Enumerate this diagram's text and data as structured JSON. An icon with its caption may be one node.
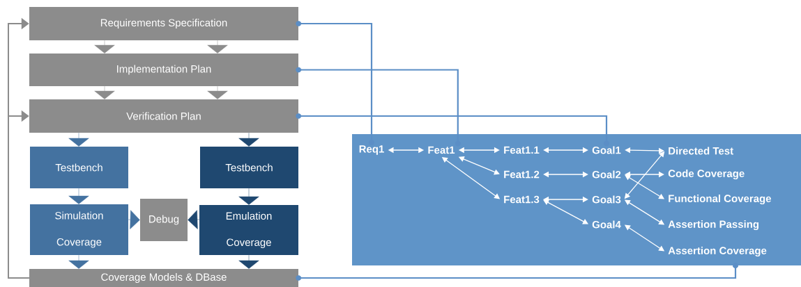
{
  "diagram": {
    "nodes": [
      {
        "text": [
          "Requirements Specification"
        ]
      },
      {
        "text": [
          "Implementation Plan"
        ]
      },
      {
        "text": [
          "Verification Plan"
        ]
      },
      {
        "text": [
          "Testbench"
        ]
      },
      {
        "text": [
          "Testbench"
        ]
      },
      {
        "text": [
          "Simulation",
          "Coverage"
        ]
      },
      {
        "text": [
          "Debug"
        ]
      },
      {
        "text": [
          "Emulation",
          "Coverage"
        ]
      },
      {
        "text": [
          "Coverage Models & DBase"
        ]
      },
      {
        "text": [],
        "shape": "box"
      },
      {
        "text": [
          "Req1"
        ],
        "in": 9
      },
      {
        "text": [
          "Feat1"
        ],
        "in": 9
      },
      {
        "text": [
          "Feat1.1"
        ],
        "in": 9
      },
      {
        "text": [
          "Feat1.2"
        ],
        "in": 9
      },
      {
        "text": [
          "Feat1.3"
        ],
        "in": 9
      },
      {
        "text": [
          "Goal1"
        ],
        "in": 9
      },
      {
        "text": [
          "Goal2"
        ],
        "in": 9
      },
      {
        "text": [
          "Goal3"
        ],
        "in": 9
      },
      {
        "text": [
          "Goal4"
        ],
        "in": 9
      },
      {
        "text": [
          "Directed Test"
        ],
        "in": 9
      },
      {
        "text": [
          "Code Coverage"
        ],
        "in": 9
      },
      {
        "text": [
          "Functional Coverage"
        ],
        "in": 9
      },
      {
        "text": [
          "Assertion Passing"
        ],
        "in": 9
      },
      {
        "text": [
          "Assertion Coverage"
        ],
        "in": 9
      }
    ],
    "edges": [
      {
        "from": 0,
        "to": 1,
        "arrow": "to",
        "color": "#8c8c8c"
      },
      {
        "from": 0,
        "to": 1,
        "arrow": "to",
        "color": "#8c8c8c"
      },
      {
        "from": 1,
        "to": 2,
        "arrow": "to",
        "color": "#8c8c8c"
      },
      {
        "from": 1,
        "to": 2,
        "arrow": "to",
        "color": "#8c8c8c"
      },
      {
        "from": 2,
        "to": 3,
        "arrow": "to",
        "color": "#4472a0"
      },
      {
        "from": 2,
        "to": 4,
        "arrow": "to",
        "color": "#1f4870"
      },
      {
        "from": 3,
        "to": 5,
        "arrow": "to",
        "color": "#4472a0"
      },
      {
        "from": 4,
        "to": 7,
        "arrow": "to",
        "color": "#1f4870"
      },
      {
        "from": 5,
        "to": 6,
        "arrow": "to",
        "color": "#4472a0"
      },
      {
        "from": 7,
        "to": 6,
        "arrow": "to",
        "color": "#1f4870"
      },
      {
        "from": 5,
        "to": 8,
        "arrow": "to",
        "color": "#4472a0"
      },
      {
        "from": 7,
        "to": 8,
        "arrow": "to",
        "color": "#1f4870"
      },
      {
        "from": 8,
        "to": 0,
        "arrow": "to",
        "color": "#8c8c8c"
      },
      {
        "from": 8,
        "to": 2,
        "arrow": "to",
        "color": "#8c8c8c"
      },
      {
        "from": 0,
        "to": 10,
        "arrow": "other",
        "color": "#5b8ec6"
      },
      {
        "from": 1,
        "to": 11,
        "arrow": "other",
        "color": "#5b8ec6"
      },
      {
        "from": 2,
        "to": 15,
        "arrow": "other",
        "color": "#5b8ec6"
      },
      {
        "from": 8,
        "to": 9,
        "arrow": "other",
        "color": "#5b8ec6"
      },
      {
        "from": 10,
        "to": 11,
        "arrow": "both"
      },
      {
        "from": 11,
        "to": 12,
        "arrow": "both"
      },
      {
        "from": 11,
        "to": 13,
        "arrow": "both"
      },
      {
        "from": 11,
        "to": 14,
        "arrow": "both"
      },
      {
        "from": 12,
        "to": 15,
        "arrow": "both"
      },
      {
        "from": 13,
        "to": 16,
        "arrow": "both"
      },
      {
        "from": 14,
        "to": 17,
        "arrow": "both"
      },
      {
        "from": 14,
        "to": 18,
        "arrow": "both"
      },
      {
        "from": 15,
        "to": 19,
        "arrow": "both"
      },
      {
        "from": 17,
        "to": 19,
        "arrow": "both"
      },
      {
        "from": 16,
        "to": 20,
        "arrow": "both"
      },
      {
        "from": 16,
        "to": 21,
        "arrow": "both"
      },
      {
        "from": 17,
        "to": 22,
        "arrow": "both"
      },
      {
        "from": 18,
        "to": 23,
        "arrow": "both"
      }
    ]
  }
}
